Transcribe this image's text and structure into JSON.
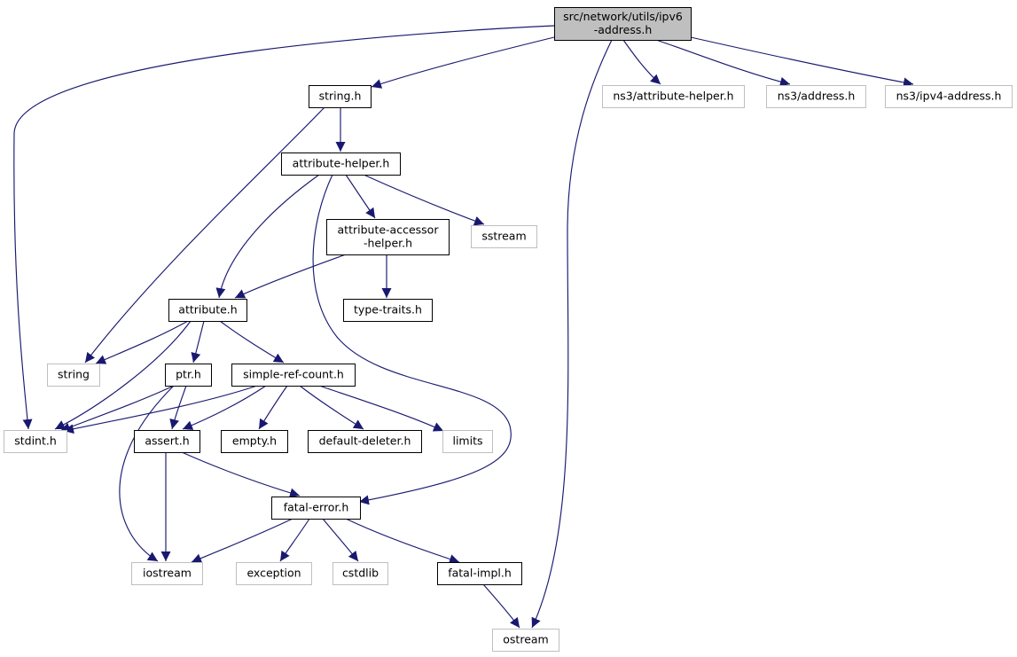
{
  "diagram": {
    "colors": {
      "edge": "#191970",
      "root_fill": "#bfbfbf",
      "documented_border": "#000000",
      "external_border": "#bfbfbf",
      "background": "#ffffff"
    },
    "nodes": [
      {
        "id": "root",
        "lines": [
          "src/network/utils/ipv6",
          "-address.h"
        ],
        "kind": "root"
      },
      {
        "id": "string_h",
        "lines": [
          "string.h"
        ],
        "kind": "documented"
      },
      {
        "id": "ns3_attribute_helper",
        "lines": [
          "ns3/attribute-helper.h"
        ],
        "kind": "external"
      },
      {
        "id": "ns3_address",
        "lines": [
          "ns3/address.h"
        ],
        "kind": "external"
      },
      {
        "id": "ns3_ipv4_address",
        "lines": [
          "ns3/ipv4-address.h"
        ],
        "kind": "external"
      },
      {
        "id": "attribute_helper",
        "lines": [
          "attribute-helper.h"
        ],
        "kind": "documented"
      },
      {
        "id": "attribute_accessor_helper",
        "lines": [
          "attribute-accessor",
          "-helper.h"
        ],
        "kind": "documented"
      },
      {
        "id": "sstream",
        "lines": [
          "sstream"
        ],
        "kind": "external"
      },
      {
        "id": "type_traits",
        "lines": [
          "type-traits.h"
        ],
        "kind": "documented"
      },
      {
        "id": "attribute_h",
        "lines": [
          "attribute.h"
        ],
        "kind": "documented"
      },
      {
        "id": "string",
        "lines": [
          "string"
        ],
        "kind": "external"
      },
      {
        "id": "ptr_h",
        "lines": [
          "ptr.h"
        ],
        "kind": "documented"
      },
      {
        "id": "simple_ref_count",
        "lines": [
          "simple-ref-count.h"
        ],
        "kind": "documented"
      },
      {
        "id": "stdint",
        "lines": [
          "stdint.h"
        ],
        "kind": "external"
      },
      {
        "id": "assert_h",
        "lines": [
          "assert.h"
        ],
        "kind": "documented"
      },
      {
        "id": "empty_h",
        "lines": [
          "empty.h"
        ],
        "kind": "documented"
      },
      {
        "id": "default_deleter",
        "lines": [
          "default-deleter.h"
        ],
        "kind": "documented"
      },
      {
        "id": "limits",
        "lines": [
          "limits"
        ],
        "kind": "external"
      },
      {
        "id": "fatal_error",
        "lines": [
          "fatal-error.h"
        ],
        "kind": "documented"
      },
      {
        "id": "iostream",
        "lines": [
          "iostream"
        ],
        "kind": "external"
      },
      {
        "id": "exception",
        "lines": [
          "exception"
        ],
        "kind": "external"
      },
      {
        "id": "cstdlib",
        "lines": [
          "cstdlib"
        ],
        "kind": "external"
      },
      {
        "id": "fatal_impl",
        "lines": [
          "fatal-impl.h"
        ],
        "kind": "documented"
      },
      {
        "id": "ostream",
        "lines": [
          "ostream"
        ],
        "kind": "external"
      }
    ],
    "edges": [
      {
        "from": "root",
        "to": "stdint"
      },
      {
        "from": "root",
        "to": "string_h"
      },
      {
        "from": "root",
        "to": "ostream"
      },
      {
        "from": "root",
        "to": "ns3_attribute_helper"
      },
      {
        "from": "root",
        "to": "ns3_address"
      },
      {
        "from": "root",
        "to": "ns3_ipv4_address"
      },
      {
        "from": "string_h",
        "to": "attribute_helper"
      },
      {
        "from": "string_h",
        "to": "string"
      },
      {
        "from": "attribute_helper",
        "to": "attribute_accessor_helper"
      },
      {
        "from": "attribute_helper",
        "to": "sstream"
      },
      {
        "from": "attribute_helper",
        "to": "attribute_h"
      },
      {
        "from": "attribute_helper",
        "to": "fatal_error"
      },
      {
        "from": "attribute_accessor_helper",
        "to": "attribute_h"
      },
      {
        "from": "attribute_accessor_helper",
        "to": "type_traits"
      },
      {
        "from": "attribute_h",
        "to": "string"
      },
      {
        "from": "attribute_h",
        "to": "stdint"
      },
      {
        "from": "attribute_h",
        "to": "ptr_h"
      },
      {
        "from": "attribute_h",
        "to": "simple_ref_count"
      },
      {
        "from": "ptr_h",
        "to": "stdint"
      },
      {
        "from": "ptr_h",
        "to": "assert_h"
      },
      {
        "from": "ptr_h",
        "to": "iostream"
      },
      {
        "from": "simple_ref_count",
        "to": "stdint"
      },
      {
        "from": "simple_ref_count",
        "to": "assert_h"
      },
      {
        "from": "simple_ref_count",
        "to": "empty_h"
      },
      {
        "from": "simple_ref_count",
        "to": "default_deleter"
      },
      {
        "from": "simple_ref_count",
        "to": "limits"
      },
      {
        "from": "assert_h",
        "to": "iostream"
      },
      {
        "from": "assert_h",
        "to": "fatal_error"
      },
      {
        "from": "fatal_error",
        "to": "iostream"
      },
      {
        "from": "fatal_error",
        "to": "exception"
      },
      {
        "from": "fatal_error",
        "to": "cstdlib"
      },
      {
        "from": "fatal_error",
        "to": "fatal_impl"
      },
      {
        "from": "fatal_impl",
        "to": "ostream"
      }
    ]
  }
}
